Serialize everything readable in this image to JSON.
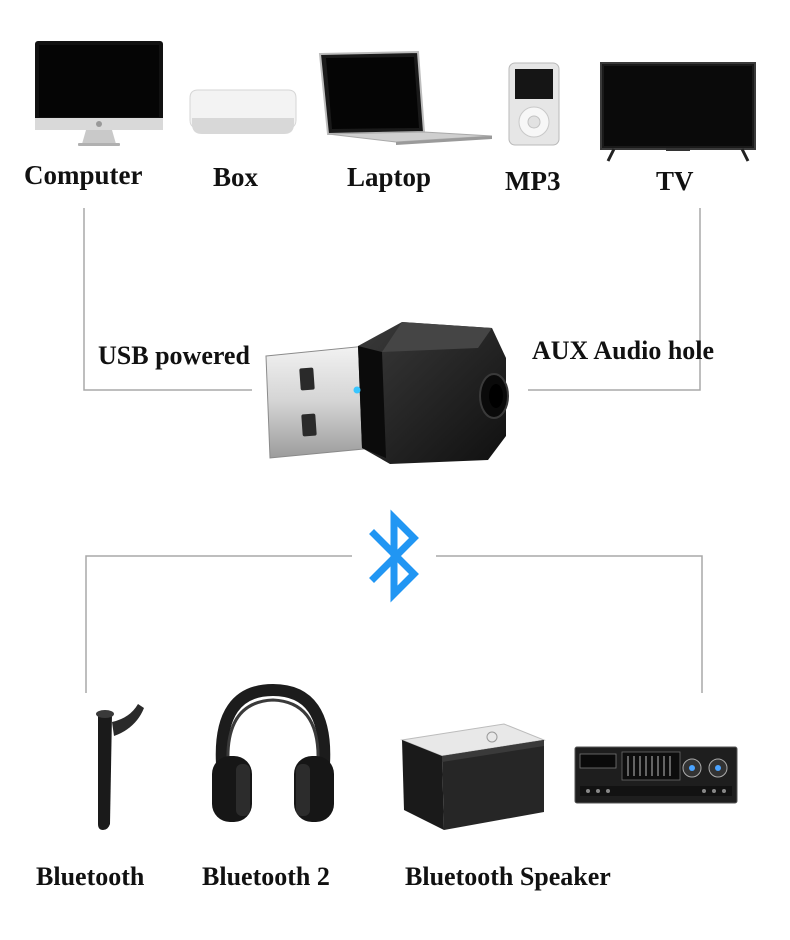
{
  "sources": {
    "computer": "Computer",
    "box": "Box",
    "laptop": "Laptop",
    "mp3": "MP3",
    "tv": "TV"
  },
  "adapter": {
    "usb_label": "USB powered",
    "aux_label": "AUX Audio hole"
  },
  "receivers": {
    "bluetooth_1": "Bluetooth",
    "bluetooth_2": "Bluetooth 2",
    "speaker": "Bluetooth Speaker"
  },
  "colors": {
    "bluetooth_blue": "#2196f3",
    "line_gray": "#9e9e9e",
    "adapter_black": "#1c1c1c"
  },
  "icons": [
    "computer-icon",
    "tv-box-icon",
    "laptop-icon",
    "mp3-player-icon",
    "tv-icon",
    "usb-adapter-icon",
    "bluetooth-icon",
    "headset-icon",
    "headphones-icon",
    "speaker-icon",
    "amplifier-icon"
  ]
}
